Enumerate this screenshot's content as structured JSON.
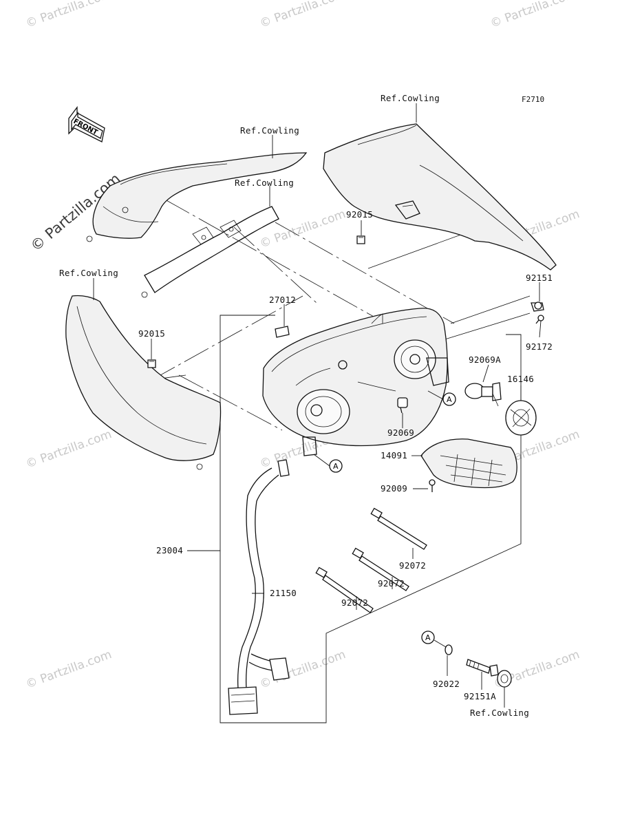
{
  "figure_code": "F2710",
  "front_marker": "FRONT",
  "watermark": "© Partzilla.com",
  "callout_letter": "A",
  "labels": {
    "ref_cowling_top_right": "Ref.Cowling",
    "ref_cowling_upper_left": "Ref.Cowling",
    "ref_cowling_mid": "Ref.Cowling",
    "ref_cowling_left": "Ref.Cowling",
    "ref_cowling_bottom": "Ref.Cowling",
    "p92015_a": "92015",
    "p92015_b": "92015",
    "p92151": "92151",
    "p92172": "92172",
    "p27012": "27012",
    "p92069A": "92069A",
    "p16146": "16146",
    "p92069": "92069",
    "p14091": "14091",
    "p92009": "92009",
    "p23004": "23004",
    "p21150": "21150",
    "p92072_a": "92072",
    "p92072_b": "92072",
    "p92072_c": "92072",
    "p92022": "92022",
    "p92151A": "92151A"
  }
}
